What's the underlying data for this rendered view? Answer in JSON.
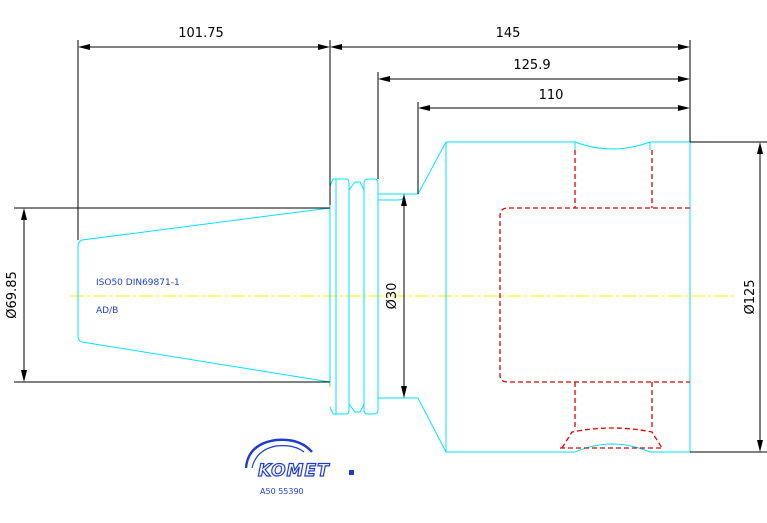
{
  "dimensions": {
    "shank_length": "101.75",
    "overall_length": "145",
    "flange_length": "125.9",
    "body_length": "110",
    "taper_diameter": "Ø69.85",
    "neck_diameter": "Ø30",
    "body_diameter": "Ø125"
  },
  "notes": {
    "standard": "ISO50 DIN69871-1",
    "form": "AD/B"
  },
  "logo": {
    "brand": "KOMET",
    "part_number": "A50 55390"
  },
  "colors": {
    "outline": "#00e5ff",
    "dimension": "#000000",
    "centerline": "#f5f500",
    "hidden": "#e00000",
    "text": "#1e3cd2"
  }
}
